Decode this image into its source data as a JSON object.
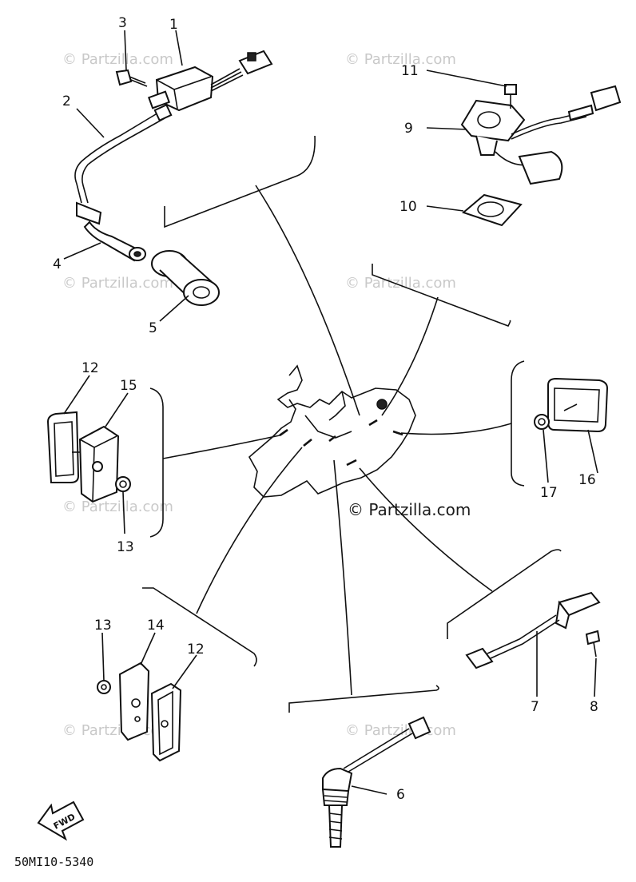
{
  "diagram": {
    "watermark": "© Partzilla.com",
    "watermark_center": "© Partzilla.com",
    "fwd_label": "FWD",
    "drawing_code": "50MI10-5340",
    "callouts": [
      {
        "id": "c1",
        "label": "1"
      },
      {
        "id": "c2",
        "label": "2"
      },
      {
        "id": "c3",
        "label": "3"
      },
      {
        "id": "c4",
        "label": "4"
      },
      {
        "id": "c5",
        "label": "5"
      },
      {
        "id": "c6",
        "label": "6"
      },
      {
        "id": "c7",
        "label": "7"
      },
      {
        "id": "c8",
        "label": "8"
      },
      {
        "id": "c9",
        "label": "9"
      },
      {
        "id": "c10",
        "label": "10"
      },
      {
        "id": "c11",
        "label": "11"
      },
      {
        "id": "c12a",
        "label": "12"
      },
      {
        "id": "c12b",
        "label": "12"
      },
      {
        "id": "c13a",
        "label": "13"
      },
      {
        "id": "c13b",
        "label": "13"
      },
      {
        "id": "c14",
        "label": "14"
      },
      {
        "id": "c15",
        "label": "15"
      },
      {
        "id": "c16",
        "label": "16"
      },
      {
        "id": "c17",
        "label": "17"
      }
    ]
  }
}
